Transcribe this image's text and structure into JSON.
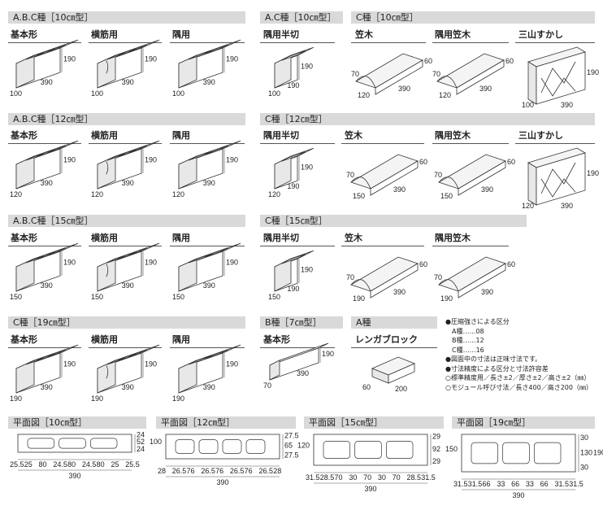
{
  "sections": [
    {
      "id": "abc10",
      "header": "A.B.C種［10㎝型］",
      "items": [
        {
          "label": "基本形",
          "type": "basic",
          "dims": [
            "190",
            "390",
            "100"
          ]
        },
        {
          "label": "横筋用",
          "type": "yokokin",
          "dims": [
            "190",
            "390",
            "100"
          ]
        },
        {
          "label": "隅用",
          "type": "sumi",
          "dims": [
            "190",
            "390",
            "100"
          ]
        }
      ]
    },
    {
      "id": "ac10",
      "header": "A.C種［10㎝型］",
      "items": [
        {
          "label": "隅用半切",
          "type": "half",
          "dims": [
            "190",
            "190",
            "100"
          ]
        }
      ]
    },
    {
      "id": "c10",
      "header": "C種［10㎝型］",
      "items": [
        {
          "label": "笠木",
          "type": "kasagi",
          "dims": [
            "60",
            "390",
            "70",
            "120"
          ]
        },
        {
          "label": "隅用笠木",
          "type": "kasagi",
          "dims": [
            "60",
            "390",
            "70",
            "120"
          ]
        },
        {
          "label": "三山すかし",
          "type": "sukashi",
          "dims": [
            "190",
            "390",
            "100"
          ]
        }
      ]
    },
    {
      "id": "abc12",
      "header": "A.B.C種［12㎝型］",
      "items": [
        {
          "label": "基本形",
          "type": "basic",
          "dims": [
            "190",
            "390",
            "120"
          ]
        },
        {
          "label": "横筋用",
          "type": "yokokin",
          "dims": [
            "190",
            "390",
            "120"
          ]
        },
        {
          "label": "隅用",
          "type": "sumi",
          "dims": [
            "190",
            "390",
            "120"
          ]
        }
      ]
    },
    {
      "id": "c12",
      "header": "C種［12㎝型］",
      "items": [
        {
          "label": "隅用半切",
          "type": "half",
          "dims": [
            "190",
            "190",
            "120"
          ]
        },
        {
          "label": "笠木",
          "type": "kasagi",
          "dims": [
            "60",
            "390",
            "70",
            "150"
          ]
        },
        {
          "label": "隅用笠木",
          "type": "kasagi",
          "dims": [
            "60",
            "390",
            "70",
            "150"
          ]
        },
        {
          "label": "三山すかし",
          "type": "sukashi",
          "dims": [
            "190",
            "390",
            "120"
          ]
        }
      ]
    },
    {
      "id": "abc15",
      "header": "A.B.C種［15㎝型］",
      "items": [
        {
          "label": "基本形",
          "type": "basic",
          "dims": [
            "190",
            "390",
            "150"
          ]
        },
        {
          "label": "横筋用",
          "type": "yokokin",
          "dims": [
            "190",
            "390",
            "150"
          ]
        },
        {
          "label": "隅用",
          "type": "sumi",
          "dims": [
            "190",
            "390",
            "150"
          ]
        }
      ]
    },
    {
      "id": "c15",
      "header": "C種［15㎝型］",
      "items": [
        {
          "label": "隅用半切",
          "type": "half",
          "dims": [
            "190",
            "190",
            "150"
          ]
        },
        {
          "label": "笠木",
          "type": "kasagi",
          "dims": [
            "60",
            "390",
            "70",
            "190"
          ]
        },
        {
          "label": "隅用笠木",
          "type": "kasagi",
          "dims": [
            "60",
            "390",
            "70",
            "190"
          ]
        }
      ]
    },
    {
      "id": "c19",
      "header": "C種［19㎝型］",
      "items": [
        {
          "label": "基本形",
          "type": "basic",
          "dims": [
            "190",
            "390",
            "190"
          ]
        },
        {
          "label": "横筋用",
          "type": "yokokin",
          "dims": [
            "190",
            "390",
            "190"
          ]
        },
        {
          "label": "隅用",
          "type": "sumi",
          "dims": [
            "190",
            "390",
            "190"
          ]
        }
      ]
    },
    {
      "id": "b7",
      "header": "B種［7㎝型］",
      "items": [
        {
          "label": "基本形",
          "type": "thin",
          "dims": [
            "190",
            "390",
            "70"
          ]
        }
      ]
    },
    {
      "id": "a",
      "header": "A種",
      "items": [
        {
          "label": "レンガブロック",
          "type": "brick",
          "dims": [
            "60",
            "200"
          ]
        }
      ]
    }
  ],
  "notes": [
    "●圧縮強さによる区分",
    "　A種……08",
    "　B種……12",
    "　C種……16",
    "●図面中の寸法は正味寸法です。",
    "●寸法精度による区分と寸法許容差",
    "○標準精度用／長さ±2／厚さ±2／高さ±2（㎜）",
    "○モジュール呼び寸法／長さ400／高さ200（㎜）"
  ],
  "plans": [
    {
      "header": "平面図［10㎝型］",
      "top": [
        "25.5",
        "25",
        "80",
        "24.5",
        "80",
        "24.5",
        "80",
        "25",
        "25.5"
      ],
      "side": [
        "24",
        "52",
        "24"
      ],
      "total_h": "100",
      "total_w": "390",
      "holes": 3
    },
    {
      "header": "平面図［12㎝型］",
      "top": [
        "28",
        "26.5",
        "76",
        "26.5",
        "76",
        "26.5",
        "76",
        "26.5",
        "28"
      ],
      "side": [
        "27.5",
        "65",
        "27.5"
      ],
      "total_h": "120",
      "total_w": "390",
      "holes": 4
    },
    {
      "header": "平面図［15㎝型］",
      "top": [
        "31.5",
        "28.5",
        "70",
        "30",
        "70",
        "30",
        "70",
        "28.5",
        "31.5"
      ],
      "side": [
        "29",
        "92",
        "29"
      ],
      "total_h": "150",
      "total_w": "390",
      "holes": 3
    },
    {
      "header": "平面図［19㎝型］",
      "top": [
        "31.5",
        "31.5",
        "66",
        "33",
        "66",
        "33",
        "66",
        "31.5",
        "31.5"
      ],
      "side": [
        "30",
        "130",
        "30"
      ],
      "total_h": "190",
      "total_w": "390",
      "holes": 3
    }
  ]
}
